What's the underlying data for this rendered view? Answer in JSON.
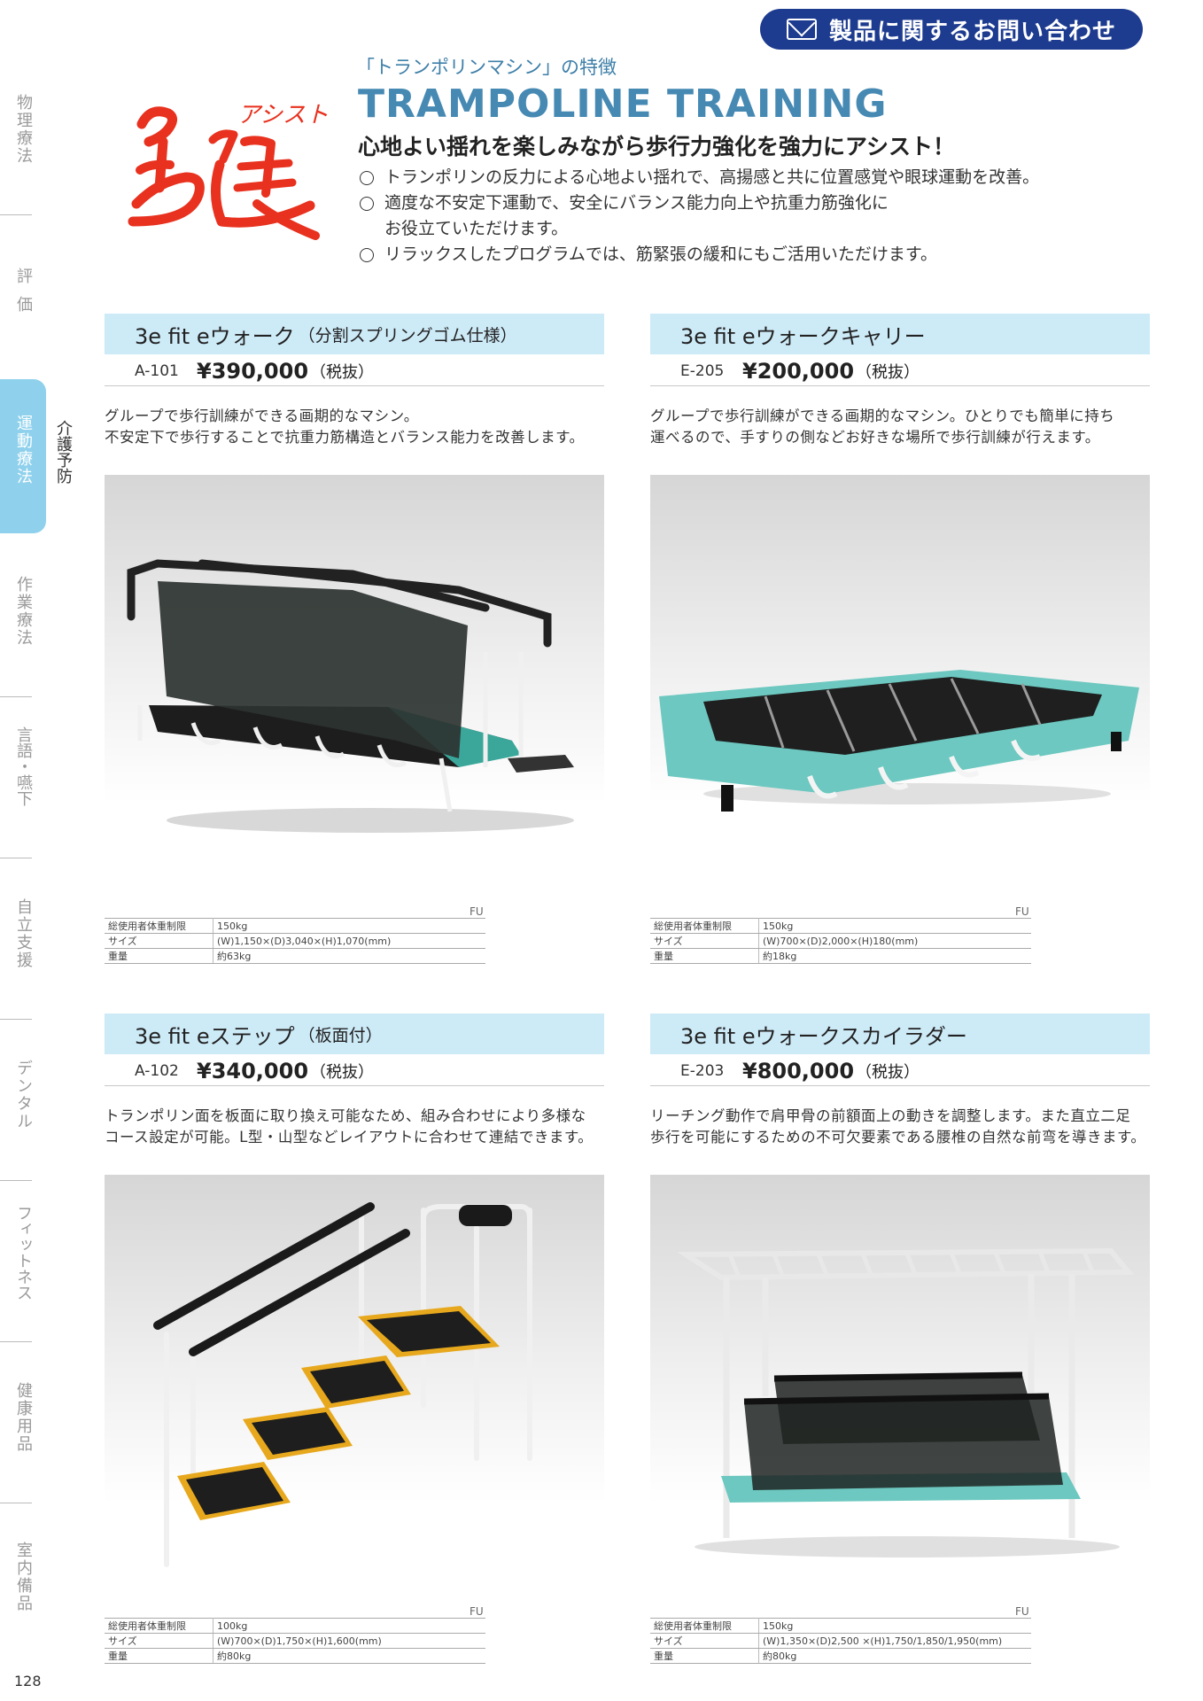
{
  "contact": {
    "label": "製品に関するお問い合わせ"
  },
  "sidebar": {
    "tabs": [
      {
        "label": "物理療法"
      },
      {
        "label": "評価"
      },
      {
        "label": "運動療法"
      },
      {
        "label": "作業療法"
      },
      {
        "label": "言語・嚥下"
      },
      {
        "label": "自立支援"
      },
      {
        "label": "デンタル"
      },
      {
        "label": "フィットネス"
      },
      {
        "label": "健康用品"
      },
      {
        "label": "室内備品"
      }
    ],
    "active_sub": "介護予防"
  },
  "logo": {
    "main": "足強",
    "ruby": "アシスト"
  },
  "header": {
    "subtitle": "「トランポリンマシン」の特徴",
    "title": "TRAMPOLINE TRAINING",
    "lead": "心地よい揺れを楽しみながら歩行力強化を強力にアシスト！",
    "bullets": [
      "トランポリンの反力による心地よい揺れで、高揚感と共に位置感覚や眼球運動を改善。",
      "適度な不安定下運動で、安全にバランス能力向上や抗重力筋強化に",
      "お役立ていただけます。",
      "リラックスしたプログラムでは、筋緊張の緩和にもご活用いただけます。"
    ]
  },
  "products": [
    {
      "name": "3e fit eウォーク",
      "sub": "（分割スプリングゴム仕様）",
      "code": "A-101",
      "price": "¥390,000",
      "tax": "（税抜）",
      "desc1": "グループで歩行訓練ができる画期的なマシン。",
      "desc2": "不安定下で歩行することで抗重力筋構造とバランス能力を改善します。",
      "fu": "FU",
      "spec": [
        {
          "k": "総使用者体重制限",
          "v": "150kg"
        },
        {
          "k": "サイズ",
          "v": "(W)1,150×(D)3,040×(H)1,070(mm)"
        },
        {
          "k": "重量",
          "v": "約63kg"
        }
      ]
    },
    {
      "name": "3e fit eウォークキャリー",
      "sub": "",
      "code": "E-205",
      "price": "¥200,000",
      "tax": "（税抜）",
      "desc1": "グループで歩行訓練ができる画期的なマシン。ひとりでも簡単に持ち",
      "desc2": "運べるので、手すりの側などお好きな場所で歩行訓練が行えます。",
      "fu": "FU",
      "spec": [
        {
          "k": "総使用者体重制限",
          "v": "150kg"
        },
        {
          "k": "サイズ",
          "v": "(W)700×(D)2,000×(H)180(mm)"
        },
        {
          "k": "重量",
          "v": "約18kg"
        }
      ]
    },
    {
      "name": "3e fit eステップ",
      "sub": "（板面付）",
      "code": "A-102",
      "price": "¥340,000",
      "tax": "（税抜）",
      "desc1": "トランポリン面を板面に取り換え可能なため、組み合わせにより多様な",
      "desc2": "コース設定が可能。L型・山型などレイアウトに合わせて連結できます。",
      "fu": "FU",
      "spec": [
        {
          "k": "総使用者体重制限",
          "v": "100kg"
        },
        {
          "k": "サイズ",
          "v": "(W)700×(D)1,750×(H)1,600(mm)"
        },
        {
          "k": "重量",
          "v": "約80kg"
        }
      ]
    },
    {
      "name": "3e fit eウォークスカイラダー",
      "sub": "",
      "code": "E-203",
      "price": "¥800,000",
      "tax": "（税抜）",
      "desc1": "リーチング動作で肩甲骨の前額面上の動きを調整します。また直立二足",
      "desc2": "歩行を可能にするための不可欠要素である腰椎の自然な前弯を導きます。",
      "fu": "FU",
      "spec": [
        {
          "k": "総使用者体重制限",
          "v": "150kg"
        },
        {
          "k": "サイズ",
          "v": "(W)1,350×(D)2,500 ×(H)1,750/1,850/1,950(mm)"
        },
        {
          "k": "重量",
          "v": "約80kg"
        }
      ]
    }
  ],
  "page_number": "128"
}
